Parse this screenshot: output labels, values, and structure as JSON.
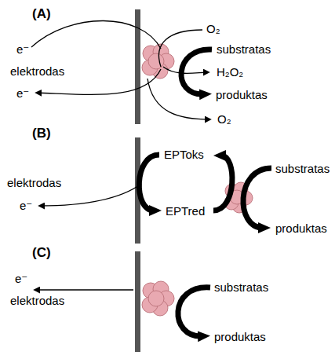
{
  "diagram": {
    "labels": [
      "(A)",
      "O₂",
      "e⁻",
      "substratas",
      "elektrodas",
      "H₂O₂",
      "e⁻",
      "produktas",
      "O₂",
      "(B)",
      "EPToks",
      "substratas",
      "elektrodas",
      "e⁻",
      "EPTred",
      "produktas",
      "(C)",
      "e⁻",
      "substratas",
      "elektrodas",
      "produktas"
    ]
  }
}
